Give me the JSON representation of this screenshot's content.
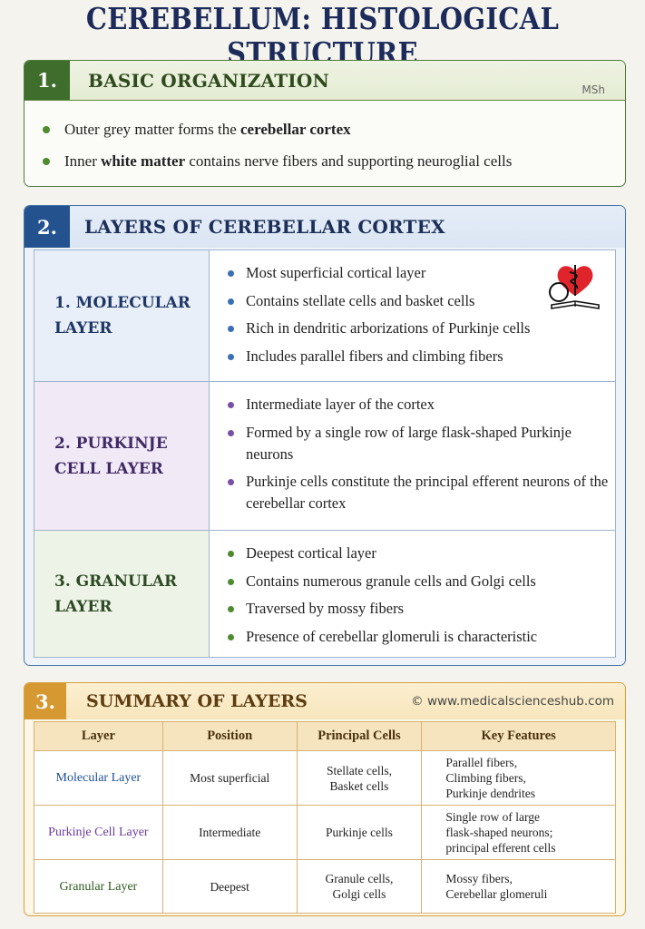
{
  "title": "CEREBELLUM: HISTOLOGICAL STRUCTURE",
  "section1": {
    "number": "1.",
    "heading": "BASIC ORGANIZATION",
    "badge": "MSh",
    "items": [
      {
        "pre": "Outer grey matter forms the ",
        "bold": "cerebellar cortex",
        "post": ""
      },
      {
        "pre": "Inner ",
        "bold": "white matter",
        "post": " contains nerve fibers and supporting neuroglial cells"
      }
    ]
  },
  "section2": {
    "number": "2.",
    "heading": "LAYERS OF CEREBELLAR CORTEX",
    "layers": [
      {
        "name_line1": "1. MOLECULAR",
        "name_line2": "LAYER",
        "points": [
          "Most superficial cortical layer",
          "Contains stellate cells and basket cells",
          "Rich in dendritic arborizations of Purkinje cells",
          "Includes parallel fibers and climbing fibers"
        ]
      },
      {
        "name_line1": "2. PURKINJE",
        "name_line2": "CELL LAYER",
        "points": [
          "Intermediate layer of the cortex",
          "Formed by a single row of large flask-shaped Purkinje neurons",
          "Purkinje cells constitute the principal efferent neurons of the cerebellar cortex"
        ]
      },
      {
        "name_line1": "3. GRANULAR",
        "name_line2": "LAYER",
        "points": [
          "Deepest cortical layer",
          "Contains numerous granule cells and Golgi cells",
          "Traversed by mossy fibers",
          "Presence of cerebellar glomeruli is characteristic"
        ]
      }
    ]
  },
  "section3": {
    "number": "3.",
    "heading": "SUMMARY OF LAYERS",
    "website": "© www.medicalscienceshub.com",
    "headers": [
      "Layer",
      "Position",
      "Principal Cells",
      "Key Features"
    ],
    "rows": [
      {
        "layer": "Molecular Layer",
        "position": "Most superficial",
        "cells": [
          "Stellate cells,",
          "Basket cells"
        ],
        "features": [
          "Parallel fibers,",
          "Climbing fibers,",
          "Purkinje dendrites"
        ]
      },
      {
        "layer": "Purkinje Cell Layer",
        "position": "Intermediate",
        "cells": [
          "Purkinje cells"
        ],
        "features": [
          "Single row of large",
          "flask-shaped neurons;",
          "principal efferent cells"
        ]
      },
      {
        "layer": "Granular Layer",
        "position": "Deepest",
        "cells": [
          "Granule cells,",
          "Golgi cells"
        ],
        "features": [
          "Mossy fibers,",
          "Cerebellar glomeruli"
        ]
      }
    ]
  },
  "icons": {
    "emblem": "heart-caduceus-book-icon"
  },
  "colors": {
    "green": "#3f6d2c",
    "blue": "#23528e",
    "gold": "#d69830",
    "heart": "#e0242b"
  }
}
